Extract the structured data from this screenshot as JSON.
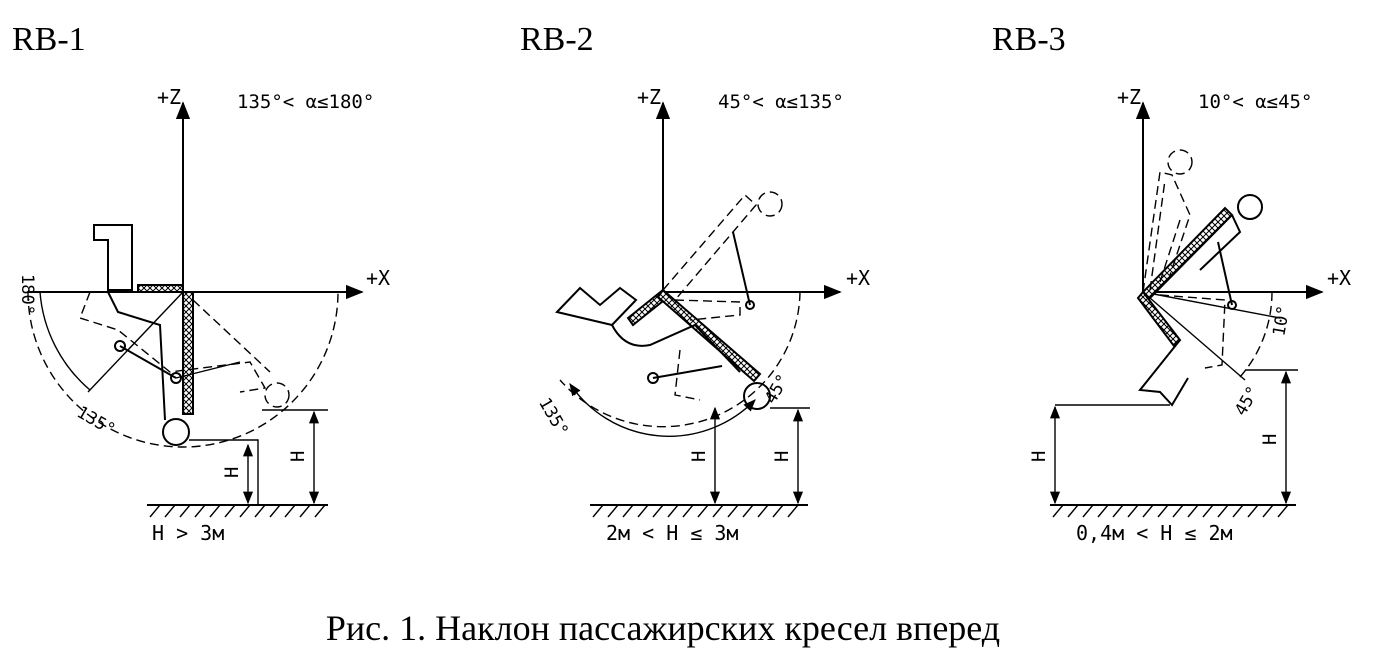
{
  "panels": [
    {
      "id": "RB-1",
      "title": "RB-1",
      "z_axis_label": "+Z",
      "x_axis_label": "+X",
      "alpha_range": "135°< α≤180°",
      "angle_labels": [
        "180°",
        "135°"
      ],
      "height_symbol": "H",
      "height_condition": "H > 3м"
    },
    {
      "id": "RB-2",
      "title": "RB-2",
      "z_axis_label": "+Z",
      "x_axis_label": "+X",
      "alpha_range": "45°< α≤135°",
      "angle_labels": [
        "135°",
        "45°"
      ],
      "height_symbol": "H",
      "height_condition": "2м < H ≤ 3м"
    },
    {
      "id": "RB-3",
      "title": "RB-3",
      "z_axis_label": "+Z",
      "x_axis_label": "+X",
      "alpha_range": "10°< α≤45°",
      "angle_labels": [
        "10°",
        "45°"
      ],
      "height_symbol": "H",
      "height_condition": "0,4м < H ≤ 2м"
    }
  ],
  "caption": "Рис. 1. Наклон пассажирских кресел вперед"
}
